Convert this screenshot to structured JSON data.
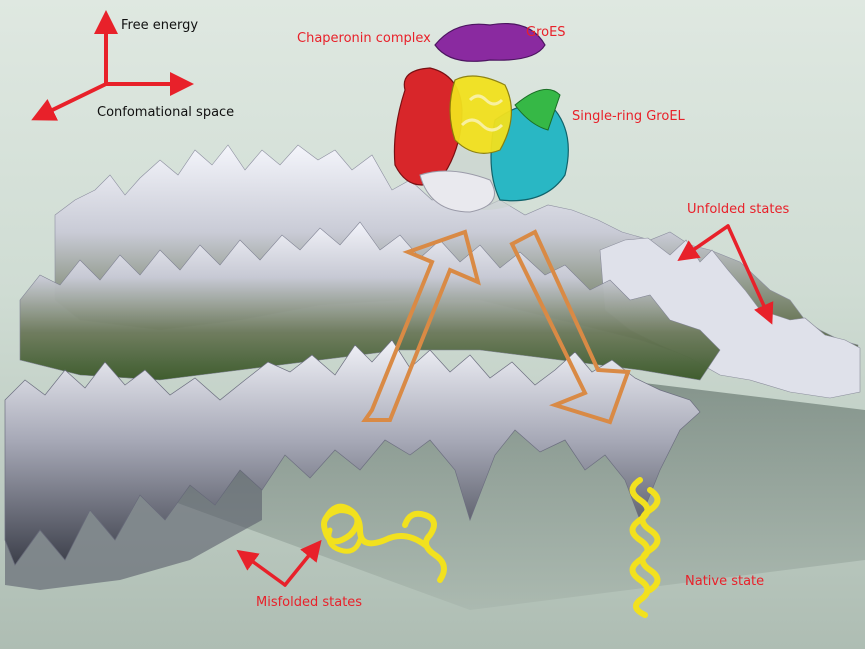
{
  "axes": {
    "vertical_label": "Free energy",
    "horizontal_label": "Confomational space"
  },
  "labels": {
    "chaperonin_complex": "Chaperonin complex",
    "groes": "GroES",
    "single_ring_groel": "Single-ring GroEL",
    "unfolded_states": "Unfolded states",
    "misfolded_states": "Misfolded states",
    "native_state": "Native state"
  },
  "colors": {
    "label_red": "#e8212a",
    "axis_arrow_red": "#e8212a",
    "cycle_arrow_orange": "#d98a45",
    "protein_yellow": "#f2e11e",
    "groes_purple": "#8a2aa0",
    "groel_red": "#d8262a",
    "groel_cyan": "#29b7c4",
    "groel_green": "#36b846",
    "landscape_white": "#e4e6ef",
    "landscape_green": "#4e7a35"
  }
}
